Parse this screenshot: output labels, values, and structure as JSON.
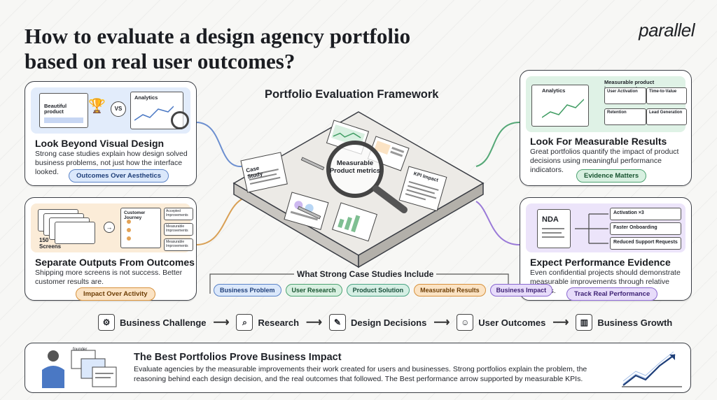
{
  "header": {
    "title_line1": "How to evaluate a design agency portfolio",
    "title_line2_prefix": "based on ",
    "title_line2_bold": "real user outcomes",
    "title_line2_suffix": "?",
    "brand": "parallel"
  },
  "framework": {
    "title": "Portfolio Evaluation Framework",
    "magnifier_label": "Measurable Product metrics",
    "doc_case_study": "Case Study",
    "doc_kpi": "KPI Impact"
  },
  "cards": {
    "visual": {
      "title": "Look Beyond Visual Design",
      "desc": "Strong case studies explain how design solved business problems, not just how the interface looked.",
      "pill": "Outcomes Over Aesthetics",
      "illus_left": "Beautiful product",
      "illus_vs": "VS",
      "illus_right": "Analytics"
    },
    "outputs": {
      "title": "Separate Outputs From Outcomes",
      "desc": "Shipping more screens is not success. Better customer results are.",
      "pill": "Impact Over Activity",
      "screens_label": "150 Screens",
      "journey_label": "Customer Journey",
      "improvements": [
        "Accepted Improvements",
        "Measurable Improvements",
        "Measurable Improvements"
      ]
    },
    "results": {
      "title": "Look For Measurable Results",
      "desc": "Great portfolios quantify the impact of product decisions using meaningful performance indicators.",
      "pill": "Evidence Matters",
      "panel_title": "Measurable product improvements",
      "analytics": "Analytics",
      "metrics": [
        "User Activation",
        "Time-to-Value",
        "Retention",
        "Lead Generation"
      ]
    },
    "performance": {
      "title": "Expect Performance Evidence",
      "desc": "Even confidential projects should demonstrate measurable improvements through relative metrics.",
      "pill": "Track Real Performance",
      "nda": "NDA",
      "results": [
        "Activation ×3",
        "Faster Onboarding",
        "Reduced Support Requests"
      ]
    }
  },
  "strong": {
    "title": "What Strong Case Studies Include",
    "items": [
      "Business Problem",
      "User Research",
      "Product Solution",
      "Measurable Results",
      "Business Impact"
    ]
  },
  "flow": {
    "steps": [
      "Business Challenge",
      "Research",
      "Design Decisions",
      "User Outcomes",
      "Business Growth"
    ]
  },
  "bottom": {
    "title": "The Best Portfolios Prove Business Impact",
    "desc": "Evaluate agencies by the measurable improvements their work created for users and businesses. Strong portfolios explain the problem, the reasoning behind each design decision, and the real outcomes that followed. The Best performance  arrow supported by measurable KPIs.",
    "founder_label": "founder"
  },
  "icons": {
    "flow": [
      "briefcase-icon",
      "search-icon",
      "pencil-icon",
      "users-icon",
      "growth-chart-icon"
    ]
  }
}
